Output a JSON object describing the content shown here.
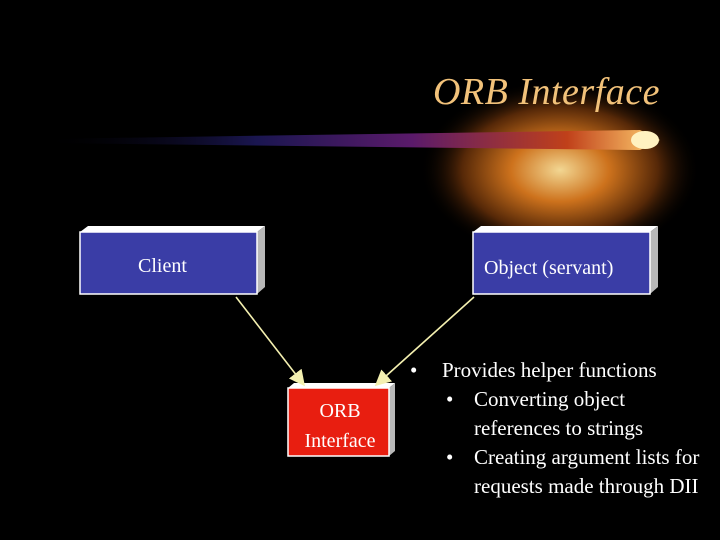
{
  "title": "ORB Interface",
  "boxes": {
    "client": "Client",
    "object": "Object (servant)",
    "orb_line1": "ORB",
    "orb_line2": "Interface"
  },
  "bullets": {
    "main": "Provides helper functions",
    "sub1": "Converting object references to strings",
    "sub2": "Creating argument lists for requests made through DII"
  },
  "colors": {
    "background": "#000000",
    "title": "#f2c27a",
    "box_fill": "#3a3da6",
    "orb_fill": "#e81e10",
    "arrow": "#f4f0b0"
  }
}
